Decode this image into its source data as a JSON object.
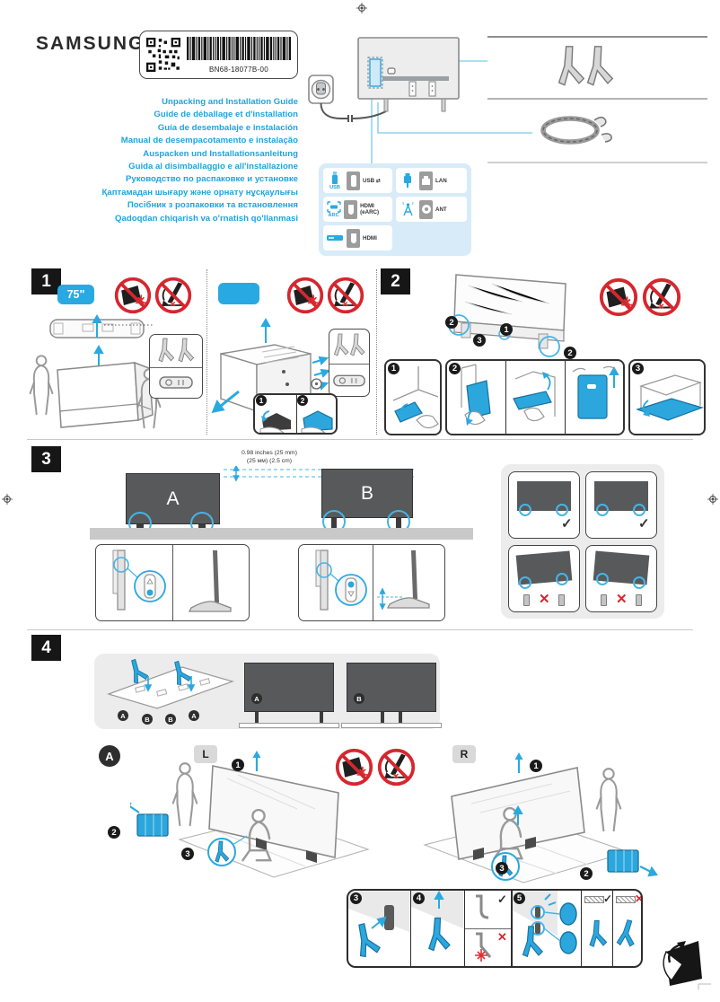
{
  "header": {
    "brand": "SAMSUNG",
    "part_number": "BN68-18077B-00",
    "titles": [
      "Unpacking and Installation Guide",
      "Guide de déballage et d'installation",
      "Guía de desembalaje e instalación",
      "Manual de desempacotamento e instalação",
      "Auspacken und Installationsanleitung",
      "Guida al disimballaggio e all'installazione",
      "Руководство по распаковке и установке",
      "Қаптамадан шығару және орнату нұсқаулығы",
      "Посібник з розпаковки та встановлення",
      "Qadoqdan chiqarish va o'rnatish qo'llanmasi"
    ],
    "accent_color": "#29a9e1"
  },
  "ports_panel": {
    "usb_icon_label": "USB",
    "arc_icon_label": "ARC",
    "labels": {
      "usb": "USB ⇄",
      "hdmi_earc": "HDMI (eARC)",
      "hdmi": "HDMI",
      "lan": "LAN",
      "ant": "ANT"
    }
  },
  "section1": {
    "number": "1",
    "size_badge": "75\"",
    "substep1": "1",
    "substep2": "2"
  },
  "section2": {
    "number": "2",
    "callout1": "1",
    "callout2": "2",
    "callout3": "3"
  },
  "section3": {
    "number": "3",
    "measure_line1": "0.98 inches (25 mm)",
    "measure_line2": "(25 мм) (2.5 cm)",
    "tv_a_label": "A",
    "tv_b_label": "B",
    "check_mark": "✓",
    "cross_mark": "✕"
  },
  "section4": {
    "number": "4",
    "position_labels": [
      "A",
      "B",
      "B",
      "A"
    ],
    "tv_a_label": "A",
    "tv_b_label": "B",
    "variant_label": "A",
    "left_badge": "L",
    "right_badge": "R",
    "step1": "1",
    "step2": "2",
    "step3": "3",
    "step4": "4",
    "step5": "5",
    "check_mark": "✓",
    "cross_mark": "✕"
  }
}
